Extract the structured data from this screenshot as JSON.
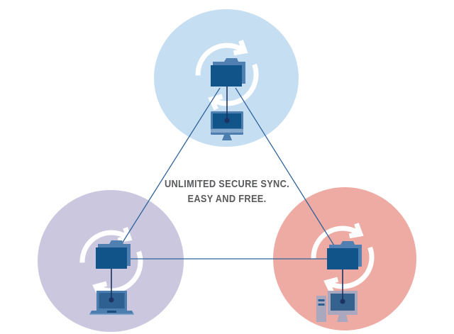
{
  "headline": {
    "line1": "UNLIMITED SECURE SYNC.",
    "line2": "EASY AND FREE."
  },
  "colors": {
    "background": "#ffffff",
    "circle_top": "#c5def2",
    "circle_left": "#cac7df",
    "circle_right": "#eeaba3",
    "folder_front": "#10548a",
    "folder_back": "#4f80b1",
    "device_frame": "#4c7eaf",
    "device_screen_dark": "#10548a",
    "laptop_screen": "#2e6191",
    "device_light_strip": "#84a9cd",
    "desktop_frame": "#a9a8bf",
    "desktop_screen": "#35618f",
    "desktop_slat": "#2f5e92",
    "laptop_notch": "#1a4c7e",
    "sync_ring": "#ffffff",
    "link_line": "#2f639b",
    "connector": "#1b3262",
    "headline_text": "#58595b"
  },
  "nodes": [
    {
      "id": "top",
      "circle_color": "#c5def2",
      "icons": [
        "sync-arrows-icon",
        "folder-icon",
        "imac-computer-icon"
      ]
    },
    {
      "id": "bottom-left",
      "circle_color": "#cac7df",
      "icons": [
        "sync-arrows-icon",
        "folder-icon",
        "laptop-icon"
      ]
    },
    {
      "id": "bottom-right",
      "circle_color": "#eeaba3",
      "icons": [
        "sync-arrows-icon",
        "folder-icon",
        "desktop-computer-icon"
      ]
    }
  ]
}
